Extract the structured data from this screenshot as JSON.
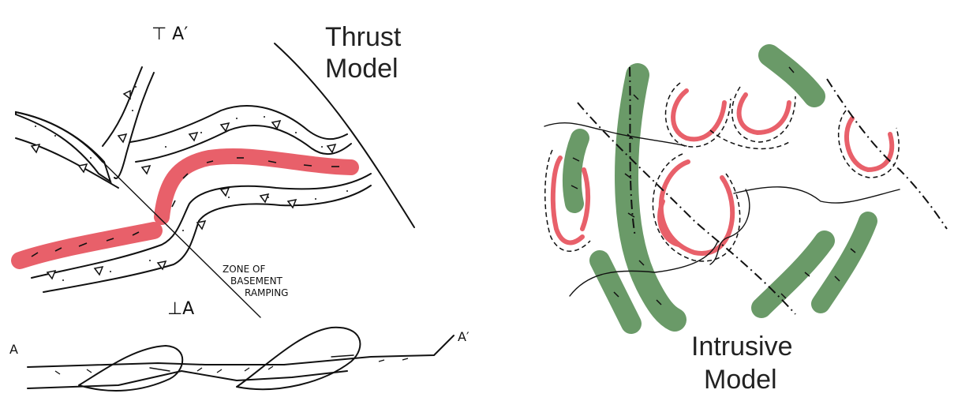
{
  "thrust_model": {
    "title_line1": "Thrust",
    "title_line2": "Model",
    "marker_top": "⊤ A′",
    "marker_bottom": "⊥A",
    "zone_line1": "ZONE OF",
    "zone_line2": "BASEMENT",
    "zone_line3": "RAMPING",
    "section_left": "A",
    "section_right": "A′"
  },
  "intrusive_model": {
    "title_line1": "Intrusive",
    "title_line2": "Model"
  },
  "colors": {
    "red_unit": "#e8606a",
    "green_unit": "#6a9a68",
    "ink": "#111111"
  }
}
